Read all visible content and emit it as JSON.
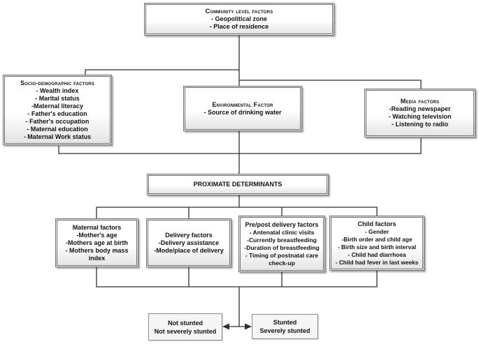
{
  "figure": {
    "boxes": {
      "community": {
        "title": "Community level factors",
        "items": [
          "- Geopolitical zone",
          "- Place of residence"
        ]
      },
      "socio": {
        "title": "Socio-demographic factors",
        "items": [
          "- Wealth index",
          "- Marital status",
          "-Maternal literacy",
          "- Father's education",
          "- Father's occupation",
          "- Maternal education",
          "- Maternal Work status"
        ]
      },
      "environmental": {
        "title": "Environmental Factor",
        "items": [
          "- Source of drinking water"
        ]
      },
      "media": {
        "title": "Media factors",
        "items": [
          "-Reading newspaper",
          "- Watching television",
          "- Listening to radio"
        ]
      },
      "proximate": {
        "title": "PROXIMATE DETERMINANTS"
      },
      "maternal": {
        "title": "Maternal factors",
        "items": [
          "-Mother's age",
          "-Mothers age at birth",
          "- Mothers body mass index"
        ]
      },
      "delivery": {
        "title": "Delivery factors",
        "items": [
          "-Delivery assistance",
          "-Mode/place of delivery"
        ]
      },
      "prepost": {
        "title": "Pre/post delivery factors",
        "items": [
          "- Antenatal clinic visits",
          "-Currently breastfeeding",
          "-Duration of breastfeeding",
          "- Timing of postnatal care check-up"
        ]
      },
      "child": {
        "title": "Child factors",
        "items": [
          "- Gender",
          "-Birth order and child age",
          "- Birth size and birth interval",
          "- Child had diarrhoea",
          "- Child had fever in last weeks"
        ]
      },
      "outcome_not_stunted": {
        "lines": [
          "Not stunted",
          "Not severely stunted"
        ]
      },
      "outcome_stunted": {
        "lines": [
          "Stunted",
          "Severely stunted"
        ]
      }
    },
    "colors": {
      "line": "#2f2f2f",
      "box_border": "#6e6e6e",
      "box_fill_top": "#ffffff",
      "box_fill_bottom": "#e4e4e4",
      "outcome_border": "#8a8a8a",
      "outcome_fill": "#f5f5f5"
    }
  }
}
